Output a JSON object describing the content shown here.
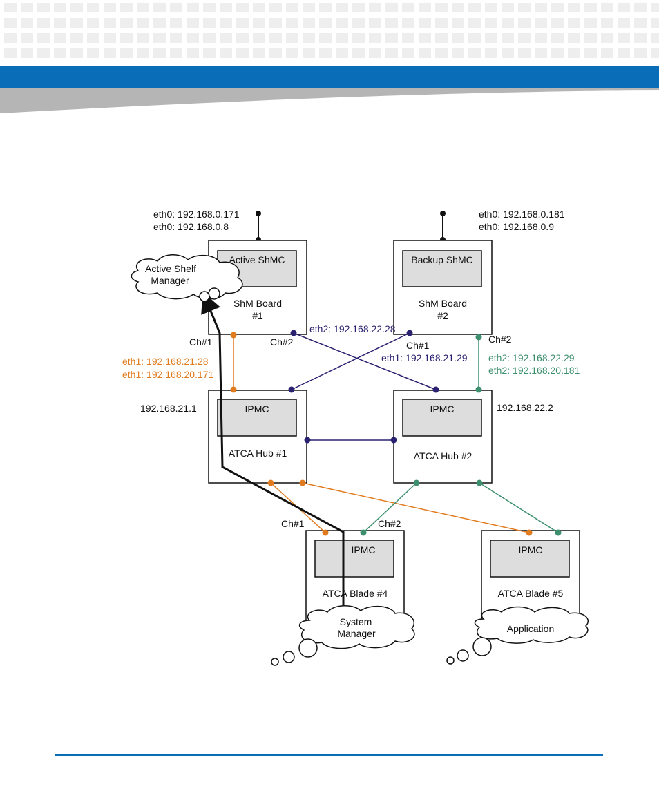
{
  "colors": {
    "header_blue": "#0a6db8",
    "header_gray": "#b5b5b5",
    "orange": "#e07b1e",
    "navy": "#2a2270",
    "green": "#3d8f6e",
    "black": "#111111",
    "box_gray": "#dddddd"
  },
  "nodes": {
    "shm1": {
      "title": "Active ShMC",
      "label1": "ShM Board",
      "label2": "#1"
    },
    "shm2": {
      "title": "Backup ShMC",
      "label1": "ShM Board",
      "label2": "#2"
    },
    "hub1": {
      "title": "IPMC",
      "label": "ATCA Hub #1"
    },
    "hub2": {
      "title": "IPMC",
      "label": "ATCA Hub #2"
    },
    "blade4": {
      "title": "IPMC",
      "label": "ATCA Blade #4"
    },
    "blade5": {
      "title": "IPMC",
      "label": "ATCA Blade #5"
    }
  },
  "clouds": {
    "shelf_manager": {
      "line1": "Active Shelf",
      "line2": "Manager"
    },
    "system_manager": {
      "line1": "System",
      "line2": "Manager"
    },
    "application": {
      "line1": "Application"
    }
  },
  "labels": {
    "shm1_eth0_a": "eth0: 192.168.0.171",
    "shm1_eth0_b": "eth0: 192.168.0.8",
    "shm2_eth0_a": "eth0: 192.168.0.181",
    "shm2_eth0_b": "eth0: 192.168.0.9",
    "shm1_ch1": "Ch#1",
    "shm1_ch2": "Ch#2",
    "shm2_ch1": "Ch#1",
    "shm2_ch2": "Ch#2",
    "shm1_eth1_a": "eth1: 192.168.21.28",
    "shm1_eth1_b": "eth1: 192.168.20.171",
    "shm1_eth2": "eth2: 192.168.22.28",
    "shm2_eth1": "eth1: 192.168.21.29",
    "shm2_eth2_a": "eth2: 192.168.22.29",
    "shm2_eth2_b": "eth2: 192.168.20.181",
    "hub1_ip": "192.168.21.1",
    "hub2_ip": "192.168.22.2",
    "blade4_ch1": "Ch#1",
    "blade4_ch2": "Ch#2"
  }
}
